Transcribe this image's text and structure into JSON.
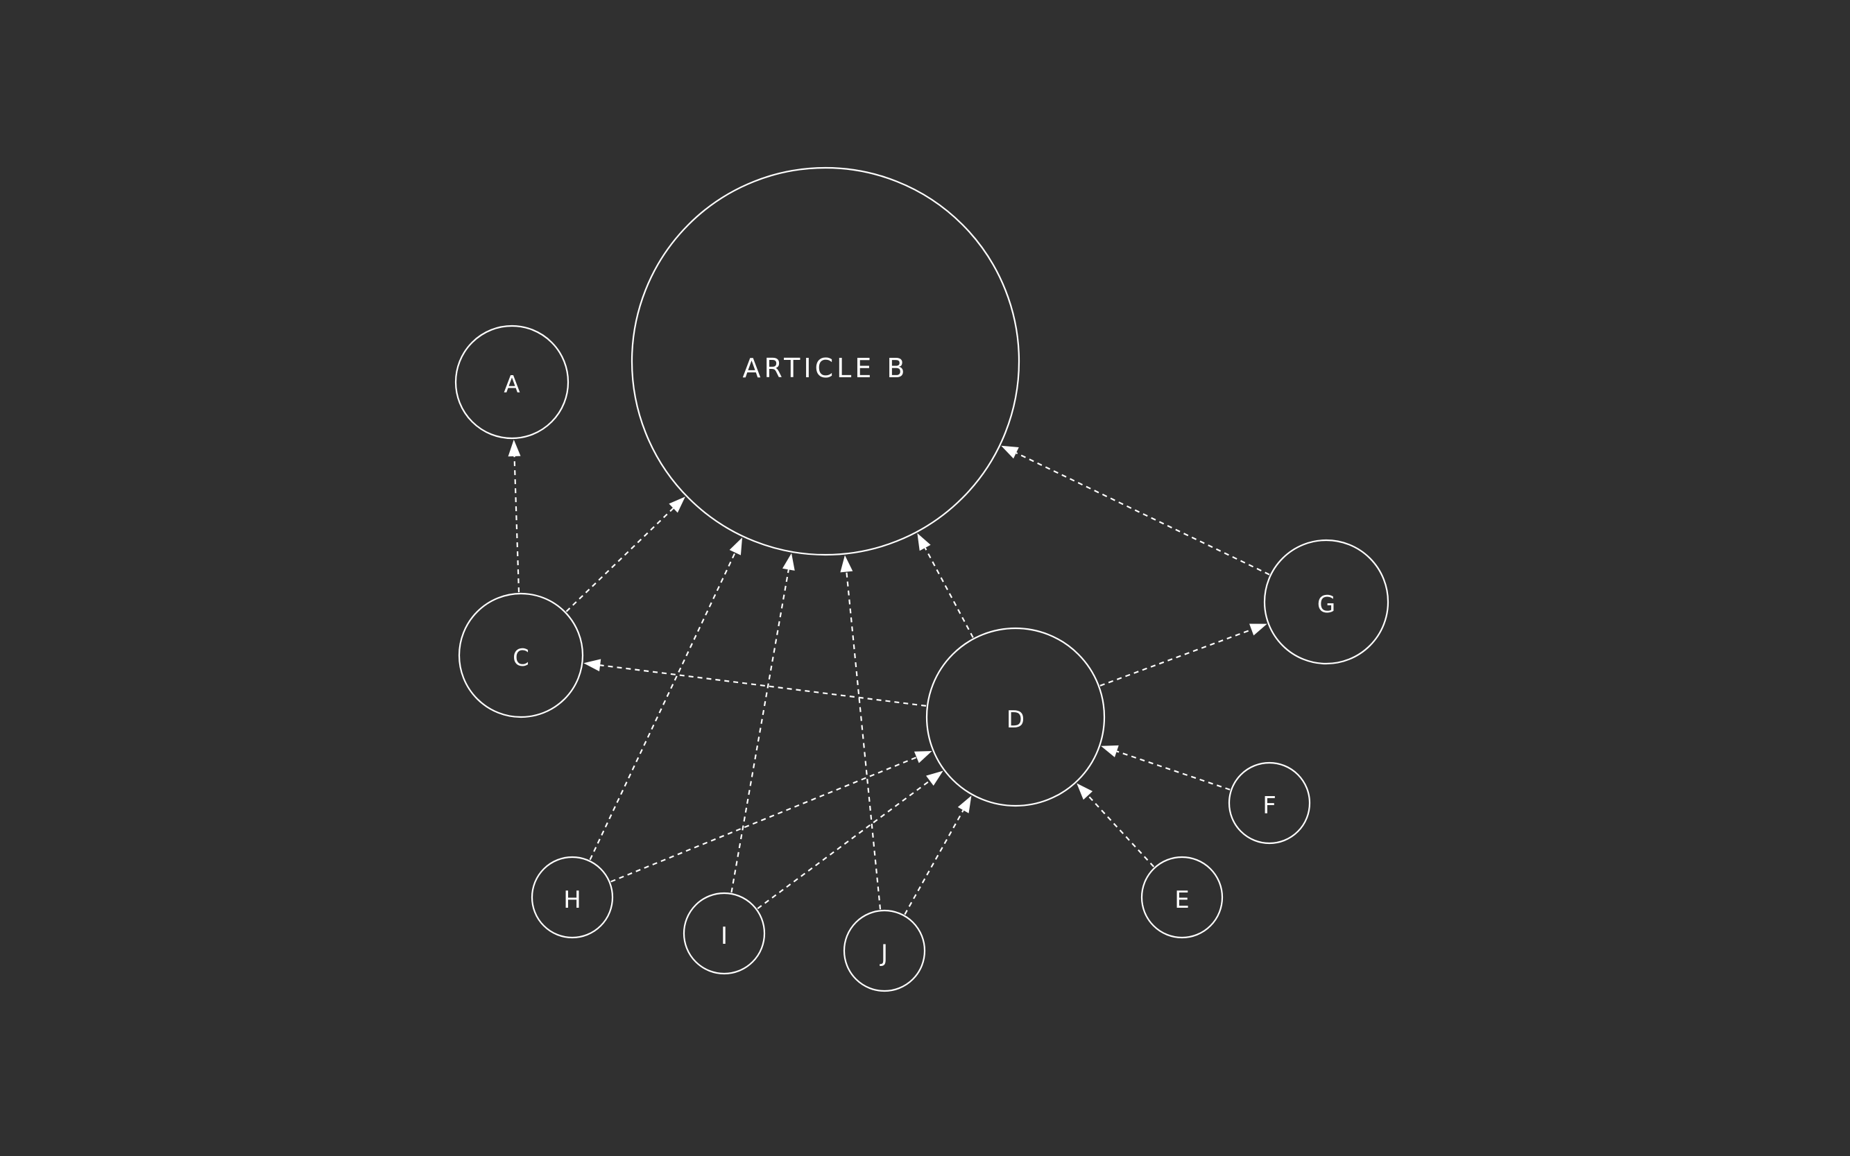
{
  "colors": {
    "background": "#303030",
    "stroke": "#ffffff",
    "text": "#ffffff"
  },
  "nodes": [
    {
      "id": "B",
      "label": "ARTICLE B"
    },
    {
      "id": "A",
      "label": "A"
    },
    {
      "id": "C",
      "label": "C"
    },
    {
      "id": "D",
      "label": "D"
    },
    {
      "id": "G",
      "label": "G"
    },
    {
      "id": "F",
      "label": "F"
    },
    {
      "id": "E",
      "label": "E"
    },
    {
      "id": "H",
      "label": "H"
    },
    {
      "id": "I",
      "label": "I"
    },
    {
      "id": "J",
      "label": "J"
    }
  ],
  "edges": [
    {
      "from": "C",
      "to": "A"
    },
    {
      "from": "C",
      "to": "B"
    },
    {
      "from": "D",
      "to": "C"
    },
    {
      "from": "D",
      "to": "B"
    },
    {
      "from": "D",
      "to": "G"
    },
    {
      "from": "G",
      "to": "B"
    },
    {
      "from": "F",
      "to": "D"
    },
    {
      "from": "E",
      "to": "D"
    },
    {
      "from": "H",
      "to": "B"
    },
    {
      "from": "H",
      "to": "D"
    },
    {
      "from": "I",
      "to": "B"
    },
    {
      "from": "I",
      "to": "D"
    },
    {
      "from": "J",
      "to": "B"
    },
    {
      "from": "J",
      "to": "D"
    }
  ]
}
